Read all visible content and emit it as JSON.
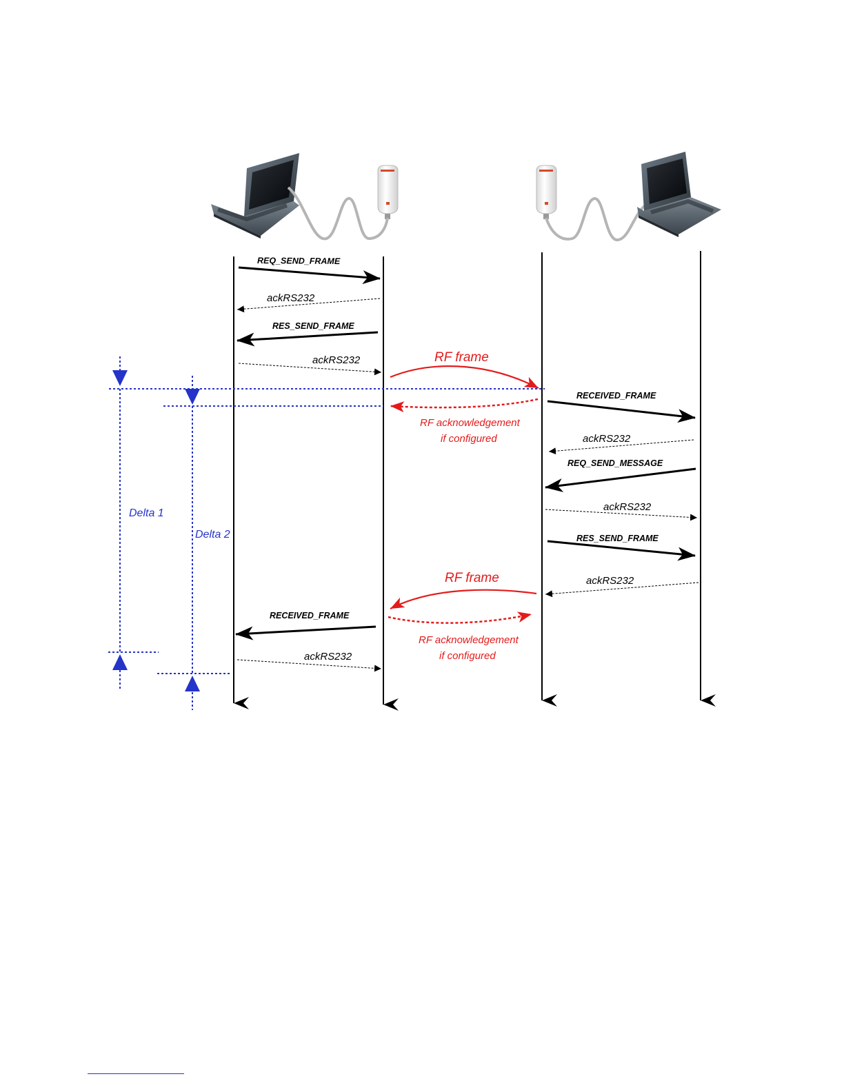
{
  "diagram": {
    "messages": {
      "req_send_frame": "REQ_SEND_FRAME",
      "ack_1": "ackRS232",
      "res_send_frame_1": "RES_SEND_FRAME",
      "ack_2": "ackRS232",
      "received_frame_1": "RECEIVED_FRAME",
      "ack_3": "ackRS232",
      "req_send_message": "REQ_SEND_MESSAGE",
      "ack_4": "ackRS232",
      "res_send_frame_2": "RES_SEND_FRAME",
      "ack_5": "ackRS232",
      "received_frame_2": "RECEIVED_FRAME",
      "ack_6": "ackRS232"
    },
    "rf": {
      "frame_1": "RF frame",
      "ack_1_line1": "RF acknowledgement",
      "ack_1_line2": "if configured",
      "frame_2": "RF frame",
      "ack_2_line1": "RF acknowledgement",
      "ack_2_line2": "if configured"
    },
    "deltas": {
      "delta_1": "Delta 1",
      "delta_2": "Delta 2"
    },
    "colors": {
      "message": "#000000",
      "rf": "#e31b1b",
      "delta": "#2433c8"
    },
    "icons": [
      "laptop-icon",
      "rf-modem-icon"
    ]
  }
}
